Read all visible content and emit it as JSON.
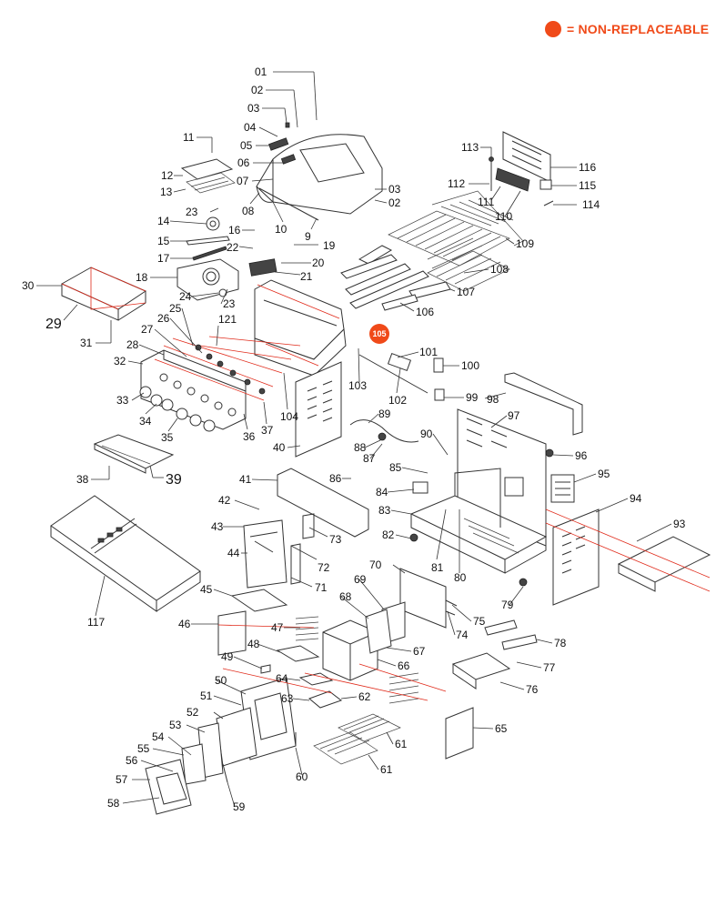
{
  "legend": {
    "text": "= NON-REPLACEABLE",
    "marker_color": "#f04a19"
  },
  "callouts": [
    {
      "num": "01"
    },
    {
      "num": "02"
    },
    {
      "num": "03"
    },
    {
      "num": "04"
    },
    {
      "num": "05"
    },
    {
      "num": "06"
    },
    {
      "num": "07"
    },
    {
      "num": "03"
    },
    {
      "num": "02"
    },
    {
      "num": "08"
    },
    {
      "num": "10"
    },
    {
      "num": "9"
    },
    {
      "num": "19"
    },
    {
      "num": "20"
    },
    {
      "num": "21"
    },
    {
      "num": "22"
    },
    {
      "num": "16"
    },
    {
      "num": "11"
    },
    {
      "num": "12"
    },
    {
      "num": "13"
    },
    {
      "num": "23"
    },
    {
      "num": "14"
    },
    {
      "num": "15"
    },
    {
      "num": "17"
    },
    {
      "num": "18"
    },
    {
      "num": "24"
    },
    {
      "num": "23"
    },
    {
      "num": "30"
    },
    {
      "num": "29"
    },
    {
      "num": "31"
    },
    {
      "num": "25"
    },
    {
      "num": "26"
    },
    {
      "num": "121"
    },
    {
      "num": "27"
    },
    {
      "num": "28"
    },
    {
      "num": "32"
    },
    {
      "num": "33"
    },
    {
      "num": "34"
    },
    {
      "num": "35"
    },
    {
      "num": "36"
    },
    {
      "num": "37"
    },
    {
      "num": "104"
    },
    {
      "num": "40"
    },
    {
      "num": "38"
    },
    {
      "num": "39"
    },
    {
      "num": "105",
      "highlight": true
    },
    {
      "num": "103"
    },
    {
      "num": "102"
    },
    {
      "num": "101"
    },
    {
      "num": "100"
    },
    {
      "num": "99"
    },
    {
      "num": "98"
    },
    {
      "num": "97"
    },
    {
      "num": "96"
    },
    {
      "num": "95"
    },
    {
      "num": "94"
    },
    {
      "num": "93"
    },
    {
      "num": "89"
    },
    {
      "num": "88"
    },
    {
      "num": "87"
    },
    {
      "num": "90"
    },
    {
      "num": "85"
    },
    {
      "num": "86"
    },
    {
      "num": "84"
    },
    {
      "num": "83"
    },
    {
      "num": "82"
    },
    {
      "num": "81"
    },
    {
      "num": "80"
    },
    {
      "num": "41"
    },
    {
      "num": "42"
    },
    {
      "num": "43"
    },
    {
      "num": "44"
    },
    {
      "num": "73"
    },
    {
      "num": "72"
    },
    {
      "num": "71"
    },
    {
      "num": "45"
    },
    {
      "num": "46"
    },
    {
      "num": "47"
    },
    {
      "num": "48"
    },
    {
      "num": "49"
    },
    {
      "num": "64"
    },
    {
      "num": "50"
    },
    {
      "num": "51"
    },
    {
      "num": "52"
    },
    {
      "num": "53"
    },
    {
      "num": "54"
    },
    {
      "num": "55"
    },
    {
      "num": "56"
    },
    {
      "num": "57"
    },
    {
      "num": "58"
    },
    {
      "num": "59"
    },
    {
      "num": "60"
    },
    {
      "num": "61"
    },
    {
      "num": "61"
    },
    {
      "num": "62"
    },
    {
      "num": "63"
    },
    {
      "num": "65"
    },
    {
      "num": "66"
    },
    {
      "num": "67"
    },
    {
      "num": "68"
    },
    {
      "num": "69"
    },
    {
      "num": "70"
    },
    {
      "num": "74"
    },
    {
      "num": "75"
    },
    {
      "num": "76"
    },
    {
      "num": "77"
    },
    {
      "num": "78"
    },
    {
      "num": "79"
    },
    {
      "num": "117"
    },
    {
      "num": "113"
    },
    {
      "num": "112"
    },
    {
      "num": "111"
    },
    {
      "num": "110"
    },
    {
      "num": "116"
    },
    {
      "num": "115"
    },
    {
      "num": "114"
    },
    {
      "num": "109"
    },
    {
      "num": "108"
    },
    {
      "num": "107"
    },
    {
      "num": "106"
    }
  ]
}
